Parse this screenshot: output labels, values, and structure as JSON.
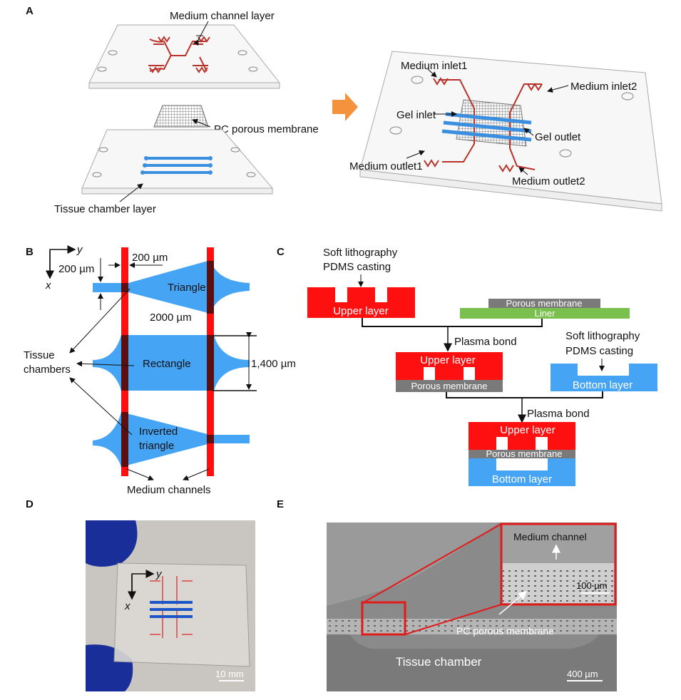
{
  "panels": {
    "a": {
      "letter": "A",
      "medium_channel_layer": "Medium channel layer",
      "pc_porous_membrane": "PC porous membrane",
      "tissue_chamber_layer": "Tissue chamber layer",
      "medium_inlet1": "Medium inlet1",
      "medium_inlet2": "Medium inlet2",
      "gel_inlet": "Gel inlet",
      "gel_outlet": "Gel outlet",
      "medium_outlet1": "Medium outlet1",
      "medium_outlet2": "Medium outlet2"
    },
    "b": {
      "letter": "B",
      "axis_y": "y",
      "axis_x": "x",
      "dim_200_x": "200 µm",
      "dim_200_y": "200 µm",
      "triangle": "Triangle",
      "dim_2000": "2000 µm",
      "rectangle": "Rectangle",
      "dim_1400": "1,400 µm",
      "inverted_1": "Inverted",
      "inverted_2": "triangle",
      "tissue_1": "Tissue",
      "tissue_2": "chambers",
      "medium_channels": "Medium channels"
    },
    "c": {
      "letter": "C",
      "soft_litho": "Soft lithography",
      "pdms_casting": "PDMS casting",
      "upper_layer": "Upper layer",
      "porous_membrane": "Porous membrane",
      "liner": "Liner",
      "plasma_bond": "Plasma bond",
      "bottom_layer": "Bottom layer"
    },
    "d": {
      "letter": "D",
      "axis_y": "y",
      "axis_x": "x",
      "scale": "10 mm"
    },
    "e": {
      "letter": "E",
      "medium_channel": "Medium channel",
      "scale_inset": "100 µm",
      "pc_porous_membrane": "PC porous membrane",
      "tissue_chamber": "Tissue chamber",
      "scale_main": "400 µm"
    }
  },
  "colors": {
    "red": "#ff1010",
    "blue": "#46a4f5",
    "gray": "#7a7a7a",
    "green": "#7ac04f",
    "orange": "#f5923e",
    "channel_red": "#b8322a"
  }
}
